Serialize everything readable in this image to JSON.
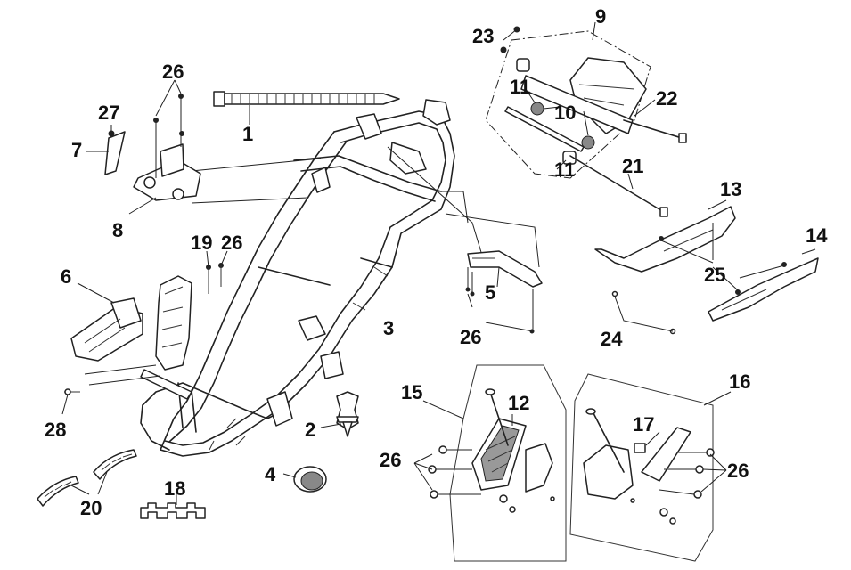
{
  "diagram": {
    "parts": [
      {
        "id": "p1",
        "number": "1"
      },
      {
        "id": "p2",
        "number": "2"
      },
      {
        "id": "p3",
        "number": "3"
      },
      {
        "id": "p4",
        "number": "4"
      },
      {
        "id": "p5",
        "number": "5"
      },
      {
        "id": "p6",
        "number": "6"
      },
      {
        "id": "p7",
        "number": "7"
      },
      {
        "id": "p8",
        "number": "8"
      },
      {
        "id": "p9",
        "number": "9"
      },
      {
        "id": "p10",
        "number": "10"
      },
      {
        "id": "p11a",
        "number": "11"
      },
      {
        "id": "p11b",
        "number": "11"
      },
      {
        "id": "p12",
        "number": "12"
      },
      {
        "id": "p13",
        "number": "13"
      },
      {
        "id": "p14",
        "number": "14"
      },
      {
        "id": "p15",
        "number": "15"
      },
      {
        "id": "p16",
        "number": "16"
      },
      {
        "id": "p17",
        "number": "17"
      },
      {
        "id": "p18",
        "number": "18"
      },
      {
        "id": "p19",
        "number": "19"
      },
      {
        "id": "p20",
        "number": "20"
      },
      {
        "id": "p21",
        "number": "21"
      },
      {
        "id": "p22",
        "number": "22"
      },
      {
        "id": "p23",
        "number": "23"
      },
      {
        "id": "p24",
        "number": "24"
      },
      {
        "id": "p25",
        "number": "25"
      },
      {
        "id": "p26a",
        "number": "26"
      },
      {
        "id": "p26b",
        "number": "26"
      },
      {
        "id": "p26c",
        "number": "26"
      },
      {
        "id": "p26d",
        "number": "26"
      },
      {
        "id": "p26e",
        "number": "26"
      },
      {
        "id": "p27",
        "number": "27"
      },
      {
        "id": "p28",
        "number": "28"
      }
    ]
  }
}
